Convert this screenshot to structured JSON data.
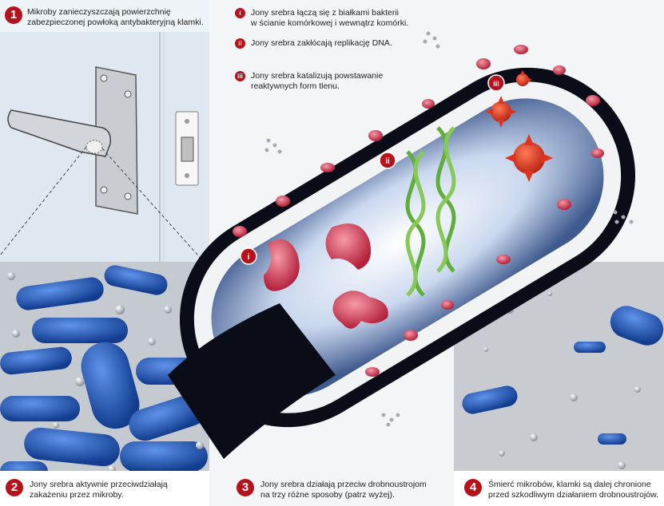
{
  "steps": [
    {
      "number": "1",
      "lines": [
        "Mikroby zanieczyszczają powierzchnię",
        "zabezpieczonej powłoką antybakteryjną klamki."
      ]
    },
    {
      "number": "2",
      "lines": [
        "Jony srebra aktywnie przeciwdziałają",
        "zakażeniu przez mikroby."
      ]
    },
    {
      "number": "3",
      "lines": [
        "Jony srebra działają przeciw drobnoustrojom",
        "na trzy różne sposoby (patrz wyżej)."
      ]
    },
    {
      "number": "4",
      "lines": [
        "Śmierć mikrobów, klamki są dalej chronione",
        "przed szkodliwym działaniem drobnoustrojów."
      ]
    }
  ],
  "mechanisms": [
    {
      "marker": "i",
      "lines": [
        "Jony srebra łączą się z białkami bakterii",
        "w ścianie komórkowej i wewnątrz komórki."
      ]
    },
    {
      "marker": "ii",
      "lines": [
        "Jony srebra zakłócają replikację DNA."
      ]
    },
    {
      "marker": "iii",
      "lines": [
        "Jony srebra katalizują powstawanie",
        "reaktywnych form tlenu."
      ]
    }
  ],
  "cell_markers": [
    "i",
    "ii",
    "iii"
  ],
  "colors": {
    "accent": "#b5121b",
    "bacteria": "#1f56b8",
    "protein": "#d8405a",
    "dna": "#5fae3a",
    "ros": "#e0321e"
  }
}
